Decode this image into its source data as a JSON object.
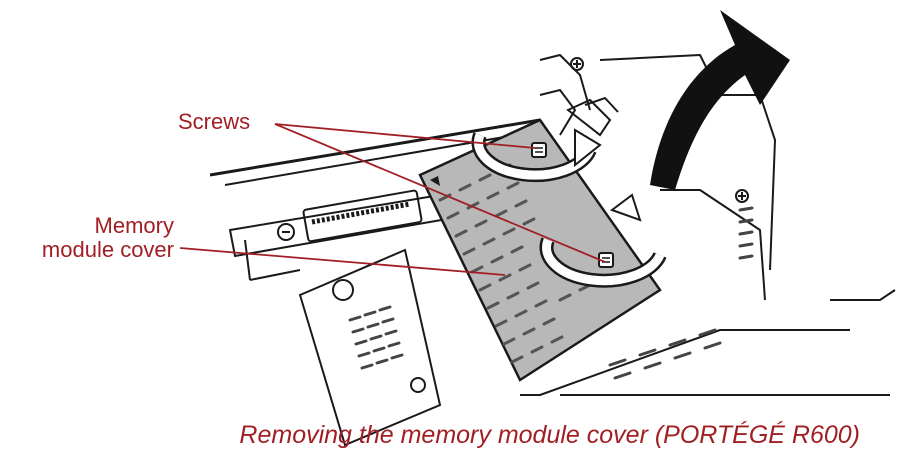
{
  "labels": {
    "screws": "Screws",
    "cover_line1": "Memory",
    "cover_line2": "module cover"
  },
  "caption": "Removing the memory module cover (PORTÉGÉ R600)",
  "colors": {
    "callout_text": "#a11f24",
    "callout_line": "#a11f24",
    "cover_fill": "#b8b8b8",
    "outline": "#1a1a1a",
    "arrow": "#111111"
  },
  "icons": [
    "rotate-arrow-icon",
    "screw-icon",
    "lift-arrow-icon",
    "slot-icon"
  ]
}
